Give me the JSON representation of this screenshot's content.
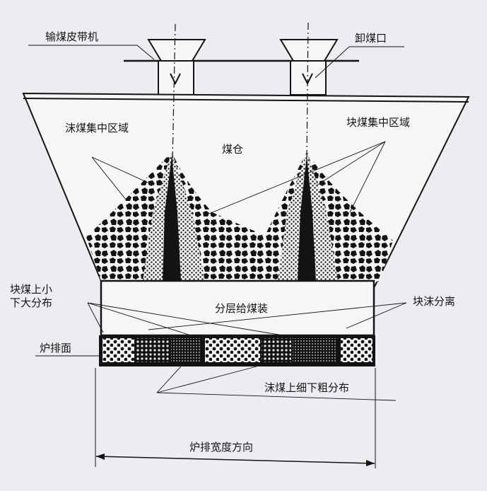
{
  "labels": {
    "belt": "输煤皮带机",
    "outlet": "卸煤口",
    "fine_zone": "沫煤集中区域",
    "lump_zone": "块煤集中区域",
    "bunker": "煤仓",
    "lump_top_small_1": "块煤上小",
    "lump_top_small_2": "下大分布",
    "layered_feeder": "分层给煤装",
    "separation": "块沫分离",
    "grate_surface": "炉排面",
    "fine_top_fine": "沫煤上细下粗分布",
    "grate_width": "炉排宽度方向"
  },
  "colors": {
    "ink": "#141414",
    "paper": "#ecedf0",
    "panel": "#f6f6f7"
  }
}
